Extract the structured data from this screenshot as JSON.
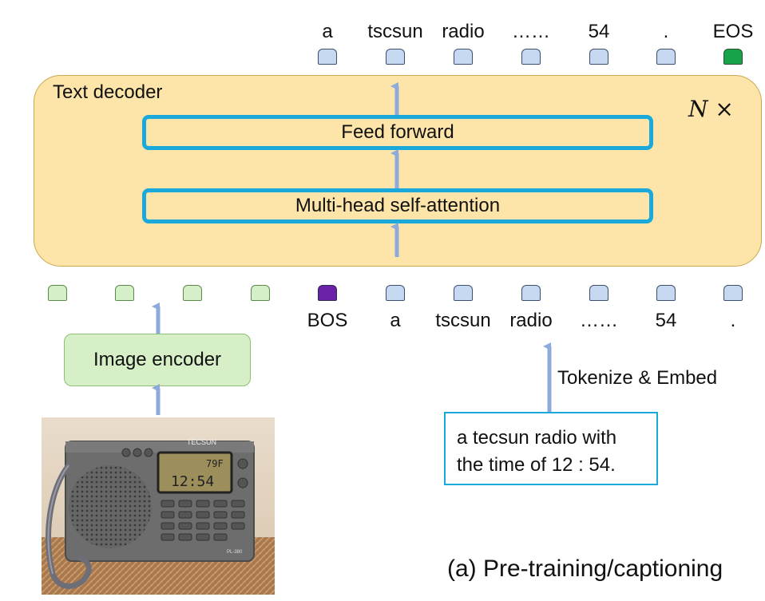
{
  "output_tokens": [
    "a",
    "tscsun",
    "radio",
    "……",
    "54",
    ".",
    "EOS"
  ],
  "input_tokens": [
    "BOS",
    "a",
    "tscsun",
    "radio",
    "……",
    "54",
    "."
  ],
  "decoder": {
    "title": "Text decoder",
    "repeat_label": "N ×",
    "feed_forward": "Feed forward",
    "self_attention": "Multi-head self-attention"
  },
  "image_encoder": "Image encoder",
  "tokenize_label": "Tokenize & Embed",
  "caption": {
    "line1": "a tecsun radio with",
    "line2": "the time of 12 : 54."
  },
  "figure_caption": "(a) Pre-training/captioning",
  "photo": {
    "brand": "TECSUN",
    "display_temp": "79F",
    "display_time": "12:54",
    "model": "PL-380"
  },
  "colors": {
    "token_blue": "#c6d9f0",
    "token_green": "#d5f0c8",
    "eos": "#16a34a",
    "bos": "#6b21a8",
    "decoder_bg": "#fde4a8",
    "block_border": "#1ba9dc",
    "arrow": "#8eaadb"
  }
}
